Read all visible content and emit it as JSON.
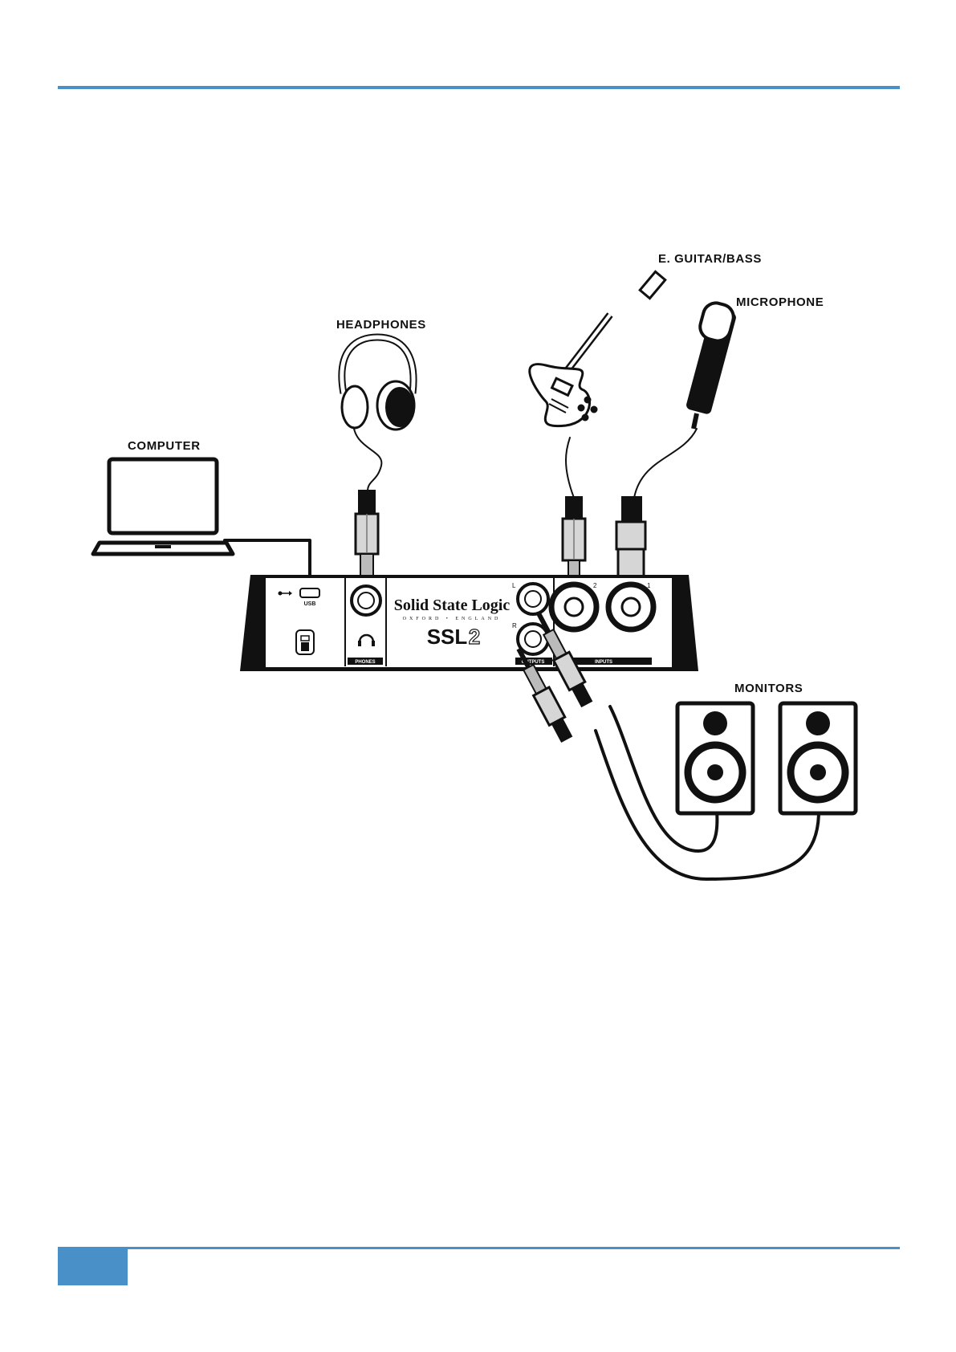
{
  "theme": {
    "accent": "#4a90c8",
    "ink": "#111111"
  },
  "page": {
    "number": ""
  },
  "labels": {
    "computer": "COMPUTER",
    "headphones": "HEADPHONES",
    "guitar": "E. GUITAR/BASS",
    "microphone": "MICROPHONE",
    "monitors": "MONITORS"
  },
  "device": {
    "brand": "Solid State Logic",
    "brand_sub": "OXFORD • ENGLAND",
    "model": "SSL",
    "model_num": "2",
    "usb_label": "USB",
    "phones_label": "PHONES",
    "outputs_label": "OUTPUTS",
    "inputs_label": "INPUTS",
    "out_l": "L",
    "out_r": "R",
    "in_2": "2",
    "in_1": "1"
  },
  "icons": [
    "laptop-icon",
    "headphones-icon",
    "guitar-icon",
    "microphone-icon",
    "speaker-icon",
    "usb-icon",
    "lock-icon"
  ]
}
